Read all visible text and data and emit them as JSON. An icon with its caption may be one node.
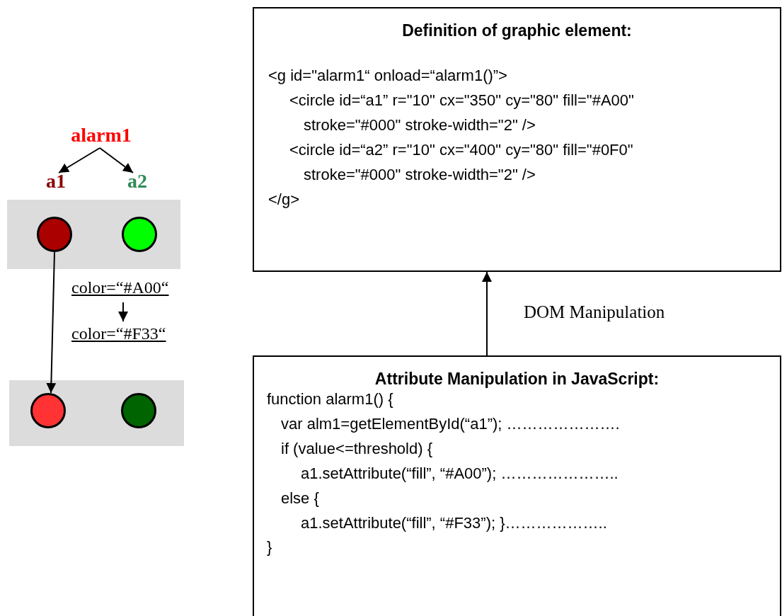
{
  "diagram": {
    "nodes": [
      {
        "text": [
          "Definition of graphic element:",
          "<g id=\"alarm1“ onload=“alarm1()”>",
          "<circle id=“a1” r=\"10\" cx=\"350\" cy=\"80\" fill=\"#A00\"",
          "stroke=\"#000\" stroke-width=\"2\" />",
          "<circle id=“a2” r=\"10\" cx=\"400\" cy=\"80\" fill=\"#0F0\"",
          "stroke=\"#000\" stroke-width=\"2\" />",
          "</g>"
        ]
      },
      {
        "text": [
          "Attribute Manipulation in JavaScript:",
          "function alarm1() {",
          "var alm1=getElementById(“a1”); ………………….",
          "if (value<=threshold) {",
          "a1.setAttribute(“fill”, “#A00”); …………………..",
          "else {",
          "a1.setAttribute(“fill”, “#F33”); }………………..",
          "}"
        ]
      },
      {
        "text": [
          "alarm1"
        ]
      },
      {
        "text": [
          "a1"
        ]
      },
      {
        "text": [
          "a2"
        ]
      },
      {
        "text": [],
        "shape": "box"
      },
      {
        "text": [],
        "shape": "circle",
        "in": 5
      },
      {
        "text": [],
        "shape": "circle",
        "in": 5
      },
      {
        "text": [],
        "shape": "box"
      },
      {
        "text": [],
        "shape": "circle",
        "in": 8
      },
      {
        "text": [],
        "shape": "circle",
        "in": 8
      },
      {
        "text": [
          "color=“#A00“"
        ]
      },
      {
        "text": [
          "color=“#F33“"
        ]
      }
    ],
    "edges": [
      {
        "from": 1,
        "to": 0,
        "arrow": "to",
        "label": "DOM Manipulation"
      },
      {
        "from": 2,
        "to": 3,
        "arrow": "to"
      },
      {
        "from": 2,
        "to": 4,
        "arrow": "to"
      },
      {
        "from": 6,
        "to": 9,
        "arrow": "to"
      },
      {
        "from": 11,
        "to": 12,
        "arrow": "to"
      }
    ]
  }
}
